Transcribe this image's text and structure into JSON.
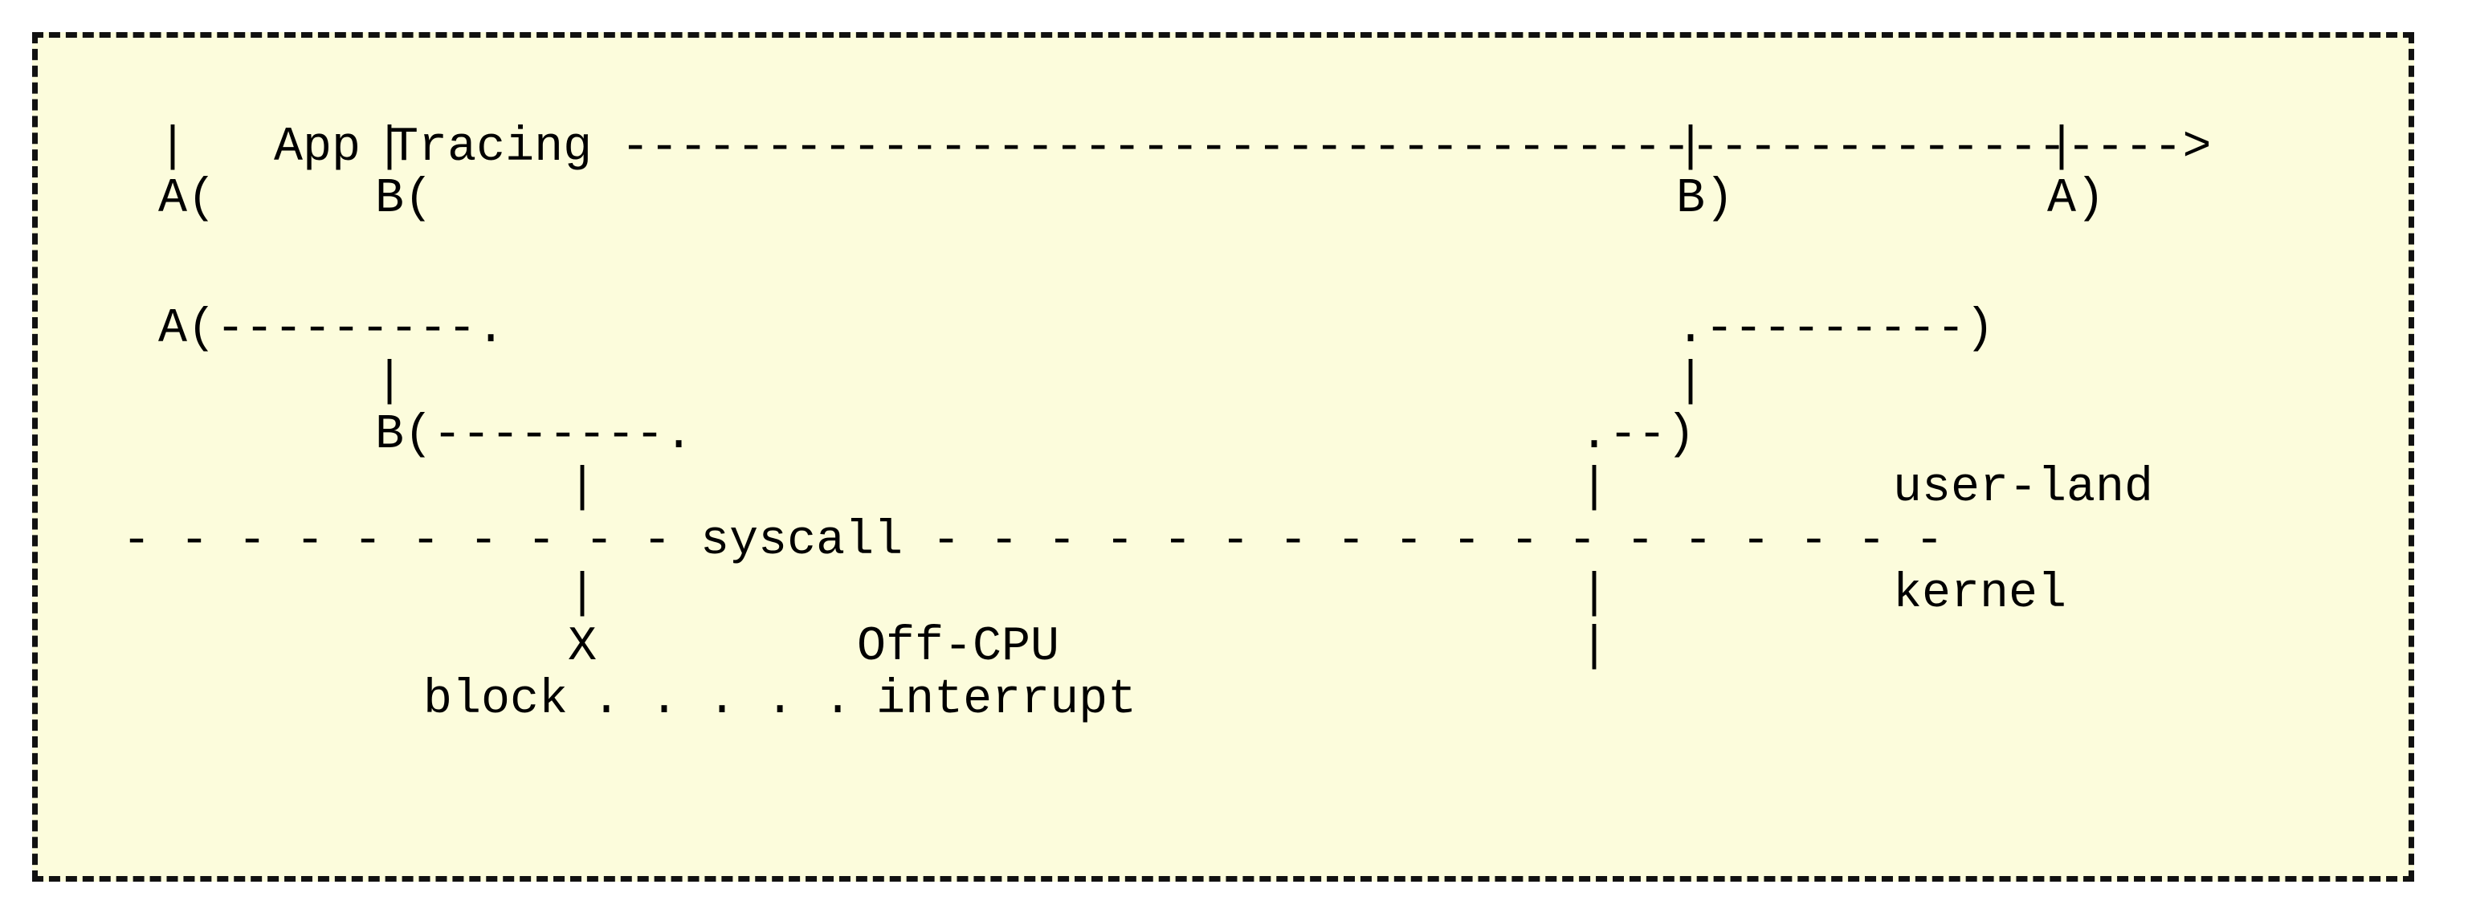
{
  "diagram": {
    "title": "App Tracing",
    "background_color": "#fcfcdc",
    "border_color": "#111111",
    "text_color": "#000000",
    "border_style": "dashed",
    "char_grid": {
      "columns": 97,
      "rows": 14,
      "char_width": 30,
      "char_height": 66
    },
    "lines": [
      {
        "id": "timeline",
        "text": "   App Tracing ------------------------------------------------------------->"
      },
      {
        "id": "ticks-top",
        "text": "   |          |                                        |           |"
      },
      {
        "id": "event-markers",
        "text": "   A(         B(                                       B)          A)"
      },
      {
        "id": "blank-1",
        "text": ""
      },
      {
        "id": "a-open-span",
        "text": "  A(---------.                                       .---------)"
      },
      {
        "id": "a-span-drop",
        "text": "            |                                        |"
      },
      {
        "id": "b-open-span",
        "text": "            B(--------.                        .--)"
      },
      {
        "id": "b-span-drop",
        "text": "                      |                        |"
      },
      {
        "id": "syscall-boundary",
        "text": " - - - - - - - - - -  syscall - - - - - - - - - - - - - - - - - - - -       user-land"
      },
      {
        "id": "kernel-drop",
        "text": "                      |                        |                           kernel"
      },
      {
        "id": "offcpu-row",
        "text": "                      X      Off-CPU            |"
      },
      {
        "id": "block-interrupt-row",
        "text": "                   block . . . . . interrupt"
      }
    ],
    "labels": {
      "app_tracing": "App Tracing",
      "arrow": ">",
      "a_enter": "A(",
      "b_enter": "B(",
      "b_exit": "B)",
      "a_exit": "A)",
      "syscall": "syscall",
      "user_land": "user-land",
      "kernel": "kernel",
      "off_cpu": "Off-CPU",
      "block": "block",
      "interrupt": "interrupt",
      "x_marker": "X",
      "open_paren_close": ")",
      "dot": "."
    }
  },
  "rows": {
    "row1": {
      "title": "App Tracing",
      "arrow_dashes": "------------------------------------------------------",
      "arrow_head": ">"
    },
    "row2": {
      "tick": "|"
    },
    "row3": {
      "a_enter": "A(",
      "b_enter": "B(",
      "b_exit": "B)",
      "a_exit": "A)"
    },
    "row5": {
      "a_enter": "A(",
      "left_dashes": "---------",
      "left_dot": ".",
      "right_dot": ".",
      "right_dashes": "---------",
      "a_close": ")"
    },
    "row6": {
      "pipe": "|"
    },
    "row7": {
      "b_enter": "B(",
      "left_dashes": "--------",
      "left_dot": ".",
      "right_dot": ".",
      "right_dashes": "--",
      "b_close": ")"
    },
    "row8": {
      "pipe": "|",
      "user_land": "user-land"
    },
    "row9": {
      "left_dashes": "- - - - - - - - - - ",
      "syscall": "syscall",
      "right_dashes": " - - - - - - - - - - - - - - - - - -"
    },
    "row10": {
      "pipe": "|",
      "kernel": "kernel"
    },
    "row11": {
      "x_marker": "X",
      "off_cpu": "Off-CPU",
      "pipe": "|"
    },
    "row12": {
      "block": "block",
      "dots": ". . . . .",
      "interrupt": "interrupt"
    }
  }
}
